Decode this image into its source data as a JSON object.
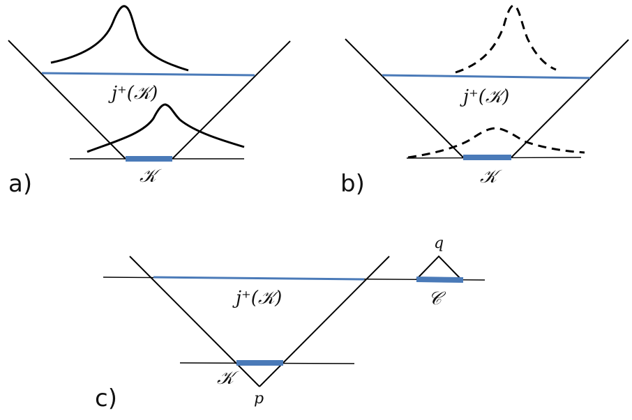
{
  "panels": {
    "a": {
      "letter": "a)",
      "j_label": "j⁺(𝒦)",
      "k_label": "𝒦"
    },
    "b": {
      "letter": "b)",
      "j_label": "j⁺(𝒦)",
      "k_label": "𝒦"
    },
    "c": {
      "letter": "c)",
      "j_label": "j⁺(𝒦)",
      "k_label": "𝒦",
      "p_label": "p",
      "q_label": "q",
      "c_label": "𝒞"
    }
  },
  "colors": {
    "accent_blue": "#4a7ab8",
    "line": "#000000"
  }
}
